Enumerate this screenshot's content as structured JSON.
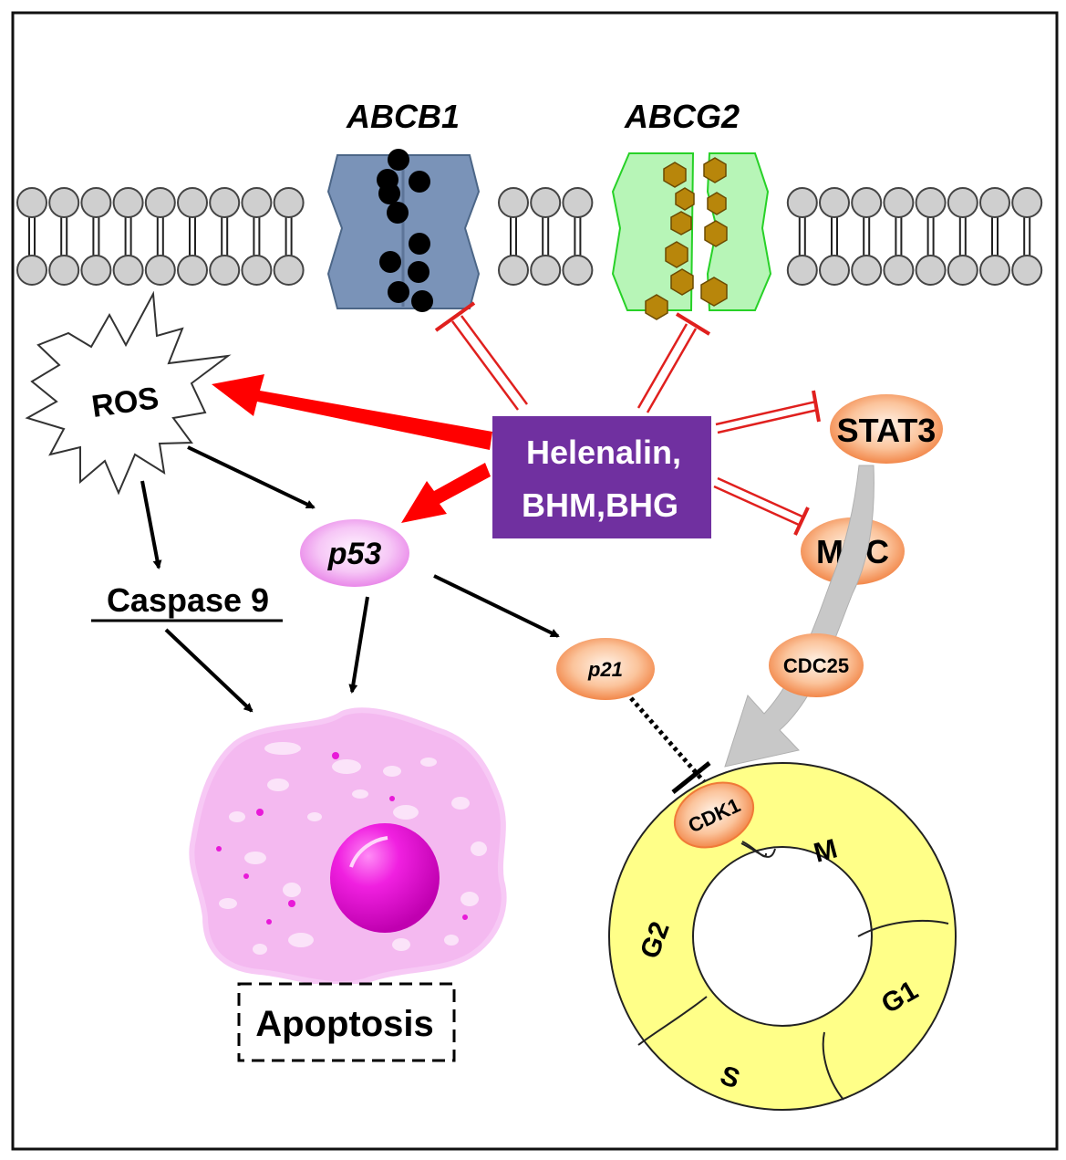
{
  "membrane": {
    "transporter_left": "ABCB1",
    "transporter_right": "ABCG2"
  },
  "drug": {
    "line1": "Helenalin,",
    "line2": "BHM,BHG"
  },
  "nodes": {
    "ros": "ROS",
    "p53": "p53",
    "p21": "p21",
    "caspase9": "Caspase 9",
    "stat3": "STAT3",
    "myc": "MYC",
    "cdc25": "CDC25",
    "cdk1": "CDK1",
    "apoptosis": "Apoptosis"
  },
  "cell_cycle": {
    "m": "M",
    "g1": "G1",
    "s": "S",
    "g2": "G2"
  },
  "colors": {
    "drug_box": "#7030a0",
    "activation_arrow": "#ff0000",
    "inhibition_line": "#e0201e",
    "orange_node": "#f4874a",
    "p53_node": "#f09cf0",
    "abcb1": "#7a93b8",
    "abcg2": "#b7f5b7",
    "cycle_ring": "#ffff88",
    "apoptotic_cell": "#f4b9f0",
    "nucleus": "#f01ee0"
  }
}
